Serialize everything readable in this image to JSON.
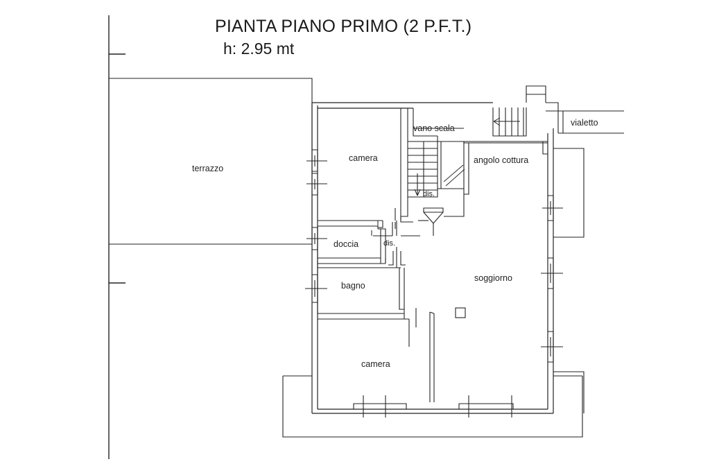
{
  "drawing": {
    "title_line1": "PIANTA PIANO PRIMO (2 P.F.T.)",
    "title_line2": "h: 2.95 mt",
    "type": "architectural-floor-plan",
    "language": "it",
    "floor": "piano primo",
    "ceiling_height": "2.95 mt",
    "line_color": "#222222",
    "background_color": "#ffffff"
  },
  "rooms": {
    "terrazzo": "terrazzo",
    "camera_top": "camera",
    "vano_scala": "vano scala",
    "vialetto": "vialetto",
    "angolo_cottura": "angolo cottura",
    "dis_upper": "dis.",
    "doccia": "doccia",
    "dis_lower": "dis.",
    "bagno": "bagno",
    "soggiorno": "soggiorno",
    "camera_bottom": "camera"
  }
}
